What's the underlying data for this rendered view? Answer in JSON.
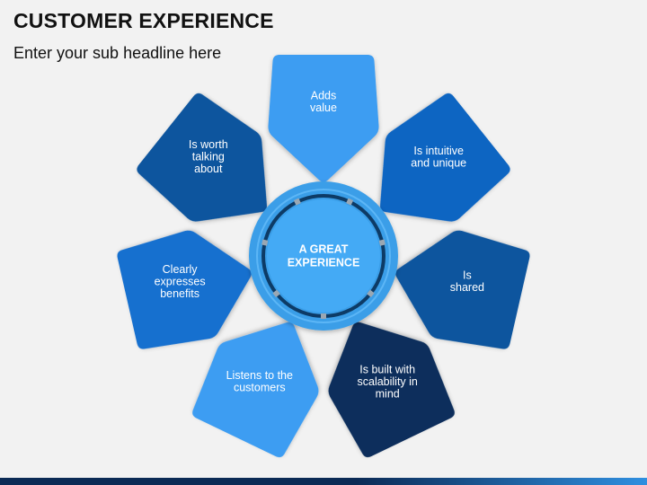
{
  "slide": {
    "title": "CUSTOMER EXPERIENCE",
    "subtitle": "Enter your sub headline here"
  },
  "center": {
    "lines": [
      "A GREAT",
      "EXPERIENCE"
    ],
    "ring_color": "#3a9ee8",
    "core_color": "#44aaf5",
    "band_color": "#0d3b66"
  },
  "petals": [
    {
      "lines": [
        "Adds",
        "value"
      ],
      "color": "#3d9df2"
    },
    {
      "lines": [
        "Is intuitive",
        "and unique"
      ],
      "color": "#0f65c2"
    },
    {
      "lines": [
        "Is",
        "shared"
      ],
      "color": "#0b559e"
    },
    {
      "lines": [
        "Is built with",
        "scalability in",
        "mind"
      ],
      "color": "#0a2f5c"
    },
    {
      "lines": [
        "Listens to the",
        "customers"
      ],
      "color": "#3d9df2"
    },
    {
      "lines": [
        "Clearly",
        "expresses",
        "benefits"
      ],
      "color": "#1670cf"
    },
    {
      "lines": [
        "Is worth",
        "talking",
        "about"
      ],
      "color": "#0b559e"
    }
  ],
  "footer": {
    "dark_color": "#0b2a55",
    "light_color": "#2f8fe0"
  }
}
